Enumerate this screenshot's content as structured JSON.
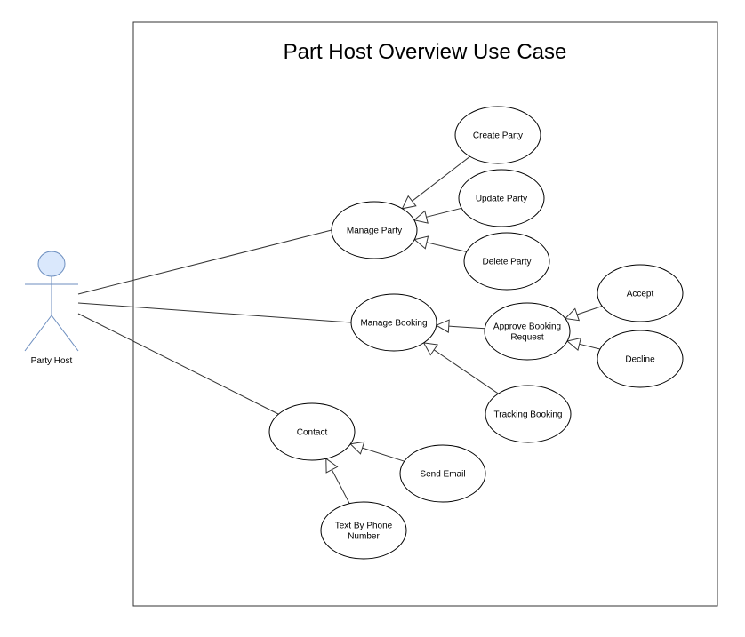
{
  "diagram": {
    "title": "Part Host Overview Use Case",
    "actor": {
      "id": "party-host",
      "label": "Party Host"
    },
    "use_cases": [
      {
        "id": "manage-party",
        "lines": [
          "Manage Party"
        ]
      },
      {
        "id": "create-party",
        "lines": [
          "Create Party"
        ]
      },
      {
        "id": "update-party",
        "lines": [
          "Update Party"
        ]
      },
      {
        "id": "delete-party",
        "lines": [
          "Delete Party"
        ]
      },
      {
        "id": "manage-booking",
        "lines": [
          "Manage Booking"
        ]
      },
      {
        "id": "approve-booking-request",
        "lines": [
          "Approve Booking",
          "Request"
        ]
      },
      {
        "id": "accept",
        "lines": [
          "Accept"
        ]
      },
      {
        "id": "decline",
        "lines": [
          "Decline"
        ]
      },
      {
        "id": "tracking-booking",
        "lines": [
          "Tracking Booking"
        ]
      },
      {
        "id": "contact",
        "lines": [
          "Contact"
        ]
      },
      {
        "id": "send-email",
        "lines": [
          "Send Email"
        ]
      },
      {
        "id": "text-by-phone-number",
        "lines": [
          "Text By Phone",
          "Number"
        ]
      }
    ],
    "associations": [
      {
        "from": "party-host",
        "to": "manage-party"
      },
      {
        "from": "party-host",
        "to": "manage-booking"
      },
      {
        "from": "party-host",
        "to": "contact"
      }
    ],
    "generalizations": [
      {
        "from": "create-party",
        "to": "manage-party"
      },
      {
        "from": "update-party",
        "to": "manage-party"
      },
      {
        "from": "delete-party",
        "to": "manage-party"
      },
      {
        "from": "approve-booking-request",
        "to": "manage-booking"
      },
      {
        "from": "tracking-booking",
        "to": "manage-booking"
      },
      {
        "from": "accept",
        "to": "approve-booking-request"
      },
      {
        "from": "decline",
        "to": "approve-booking-request"
      },
      {
        "from": "send-email",
        "to": "contact"
      },
      {
        "from": "text-by-phone-number",
        "to": "contact"
      }
    ],
    "colors": {
      "actor_fill": "#dae8fc",
      "actor_stroke": "#6c8ebf",
      "line": "#333333",
      "ellipse_stroke": "#000000"
    }
  }
}
